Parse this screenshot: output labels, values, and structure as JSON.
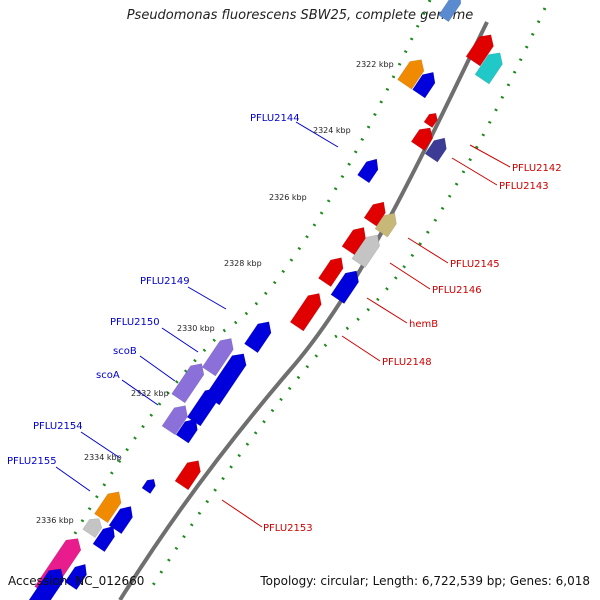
{
  "title": "Pseudomonas fluorescens SBW25, complete genome",
  "footer": {
    "accession": "Accession: NC_012660",
    "summary": "Topology: circular; Length: 6,722,539 bp; Genes: 6,018"
  },
  "colors": {
    "forward_label": "#cc0000",
    "reverse_label": "#0000cc",
    "backbone": "#6f6f6f",
    "tick_dot": "#1e8a1e",
    "tick_dash": "#1e6a1e"
  },
  "scale_labels": [
    "2322 kbp",
    "2324 kbp",
    "2326 kbp",
    "2328 kbp",
    "2330 kbp",
    "2332 kbp",
    "2334 kbp",
    "2336 kbp"
  ],
  "gene_labels": [
    {
      "name": "PFLU2142",
      "strand": "forward"
    },
    {
      "name": "PFLU2143",
      "strand": "forward"
    },
    {
      "name": "PFLU2144",
      "strand": "reverse"
    },
    {
      "name": "PFLU2145",
      "strand": "forward"
    },
    {
      "name": "PFLU2146",
      "strand": "forward"
    },
    {
      "name": "PFLU2149",
      "strand": "reverse"
    },
    {
      "name": "hemB",
      "strand": "forward"
    },
    {
      "name": "PFLU2150",
      "strand": "reverse"
    },
    {
      "name": "PFLU2148",
      "strand": "forward"
    },
    {
      "name": "scoB",
      "strand": "reverse"
    },
    {
      "name": "scoA",
      "strand": "reverse"
    },
    {
      "name": "PFLU2154",
      "strand": "reverse"
    },
    {
      "name": "PFLU2155",
      "strand": "reverse"
    },
    {
      "name": "PFLU2153",
      "strand": "forward"
    }
  ],
  "features": [
    {
      "color": "#e00000"
    },
    {
      "color": "#21c8c8"
    },
    {
      "color": "#f08a00"
    },
    {
      "color": "#0000dd"
    },
    {
      "color": "#e00000"
    },
    {
      "color": "#e00000"
    },
    {
      "color": "#3c3c96"
    },
    {
      "color": "#0000dd"
    },
    {
      "color": "#e00000"
    },
    {
      "color": "#c8b878"
    },
    {
      "color": "#e00000"
    },
    {
      "color": "#c4c4c4"
    },
    {
      "color": "#e00000"
    },
    {
      "color": "#0000dd"
    },
    {
      "color": "#e00000"
    },
    {
      "color": "#0000dd"
    },
    {
      "color": "#8a70d8"
    },
    {
      "color": "#0000dd"
    },
    {
      "color": "#8a70d8"
    },
    {
      "color": "#0000dd"
    },
    {
      "color": "#8a70d8"
    },
    {
      "color": "#0000dd"
    },
    {
      "color": "#0000dd"
    },
    {
      "color": "#e00000"
    },
    {
      "color": "#f08a00"
    },
    {
      "color": "#0000dd"
    },
    {
      "color": "#c4c4c4"
    },
    {
      "color": "#0000dd"
    },
    {
      "color": "#e81c8c"
    },
    {
      "color": "#0000dd"
    },
    {
      "color": "#0000dd"
    },
    {
      "color": "#5a8ad0"
    }
  ]
}
